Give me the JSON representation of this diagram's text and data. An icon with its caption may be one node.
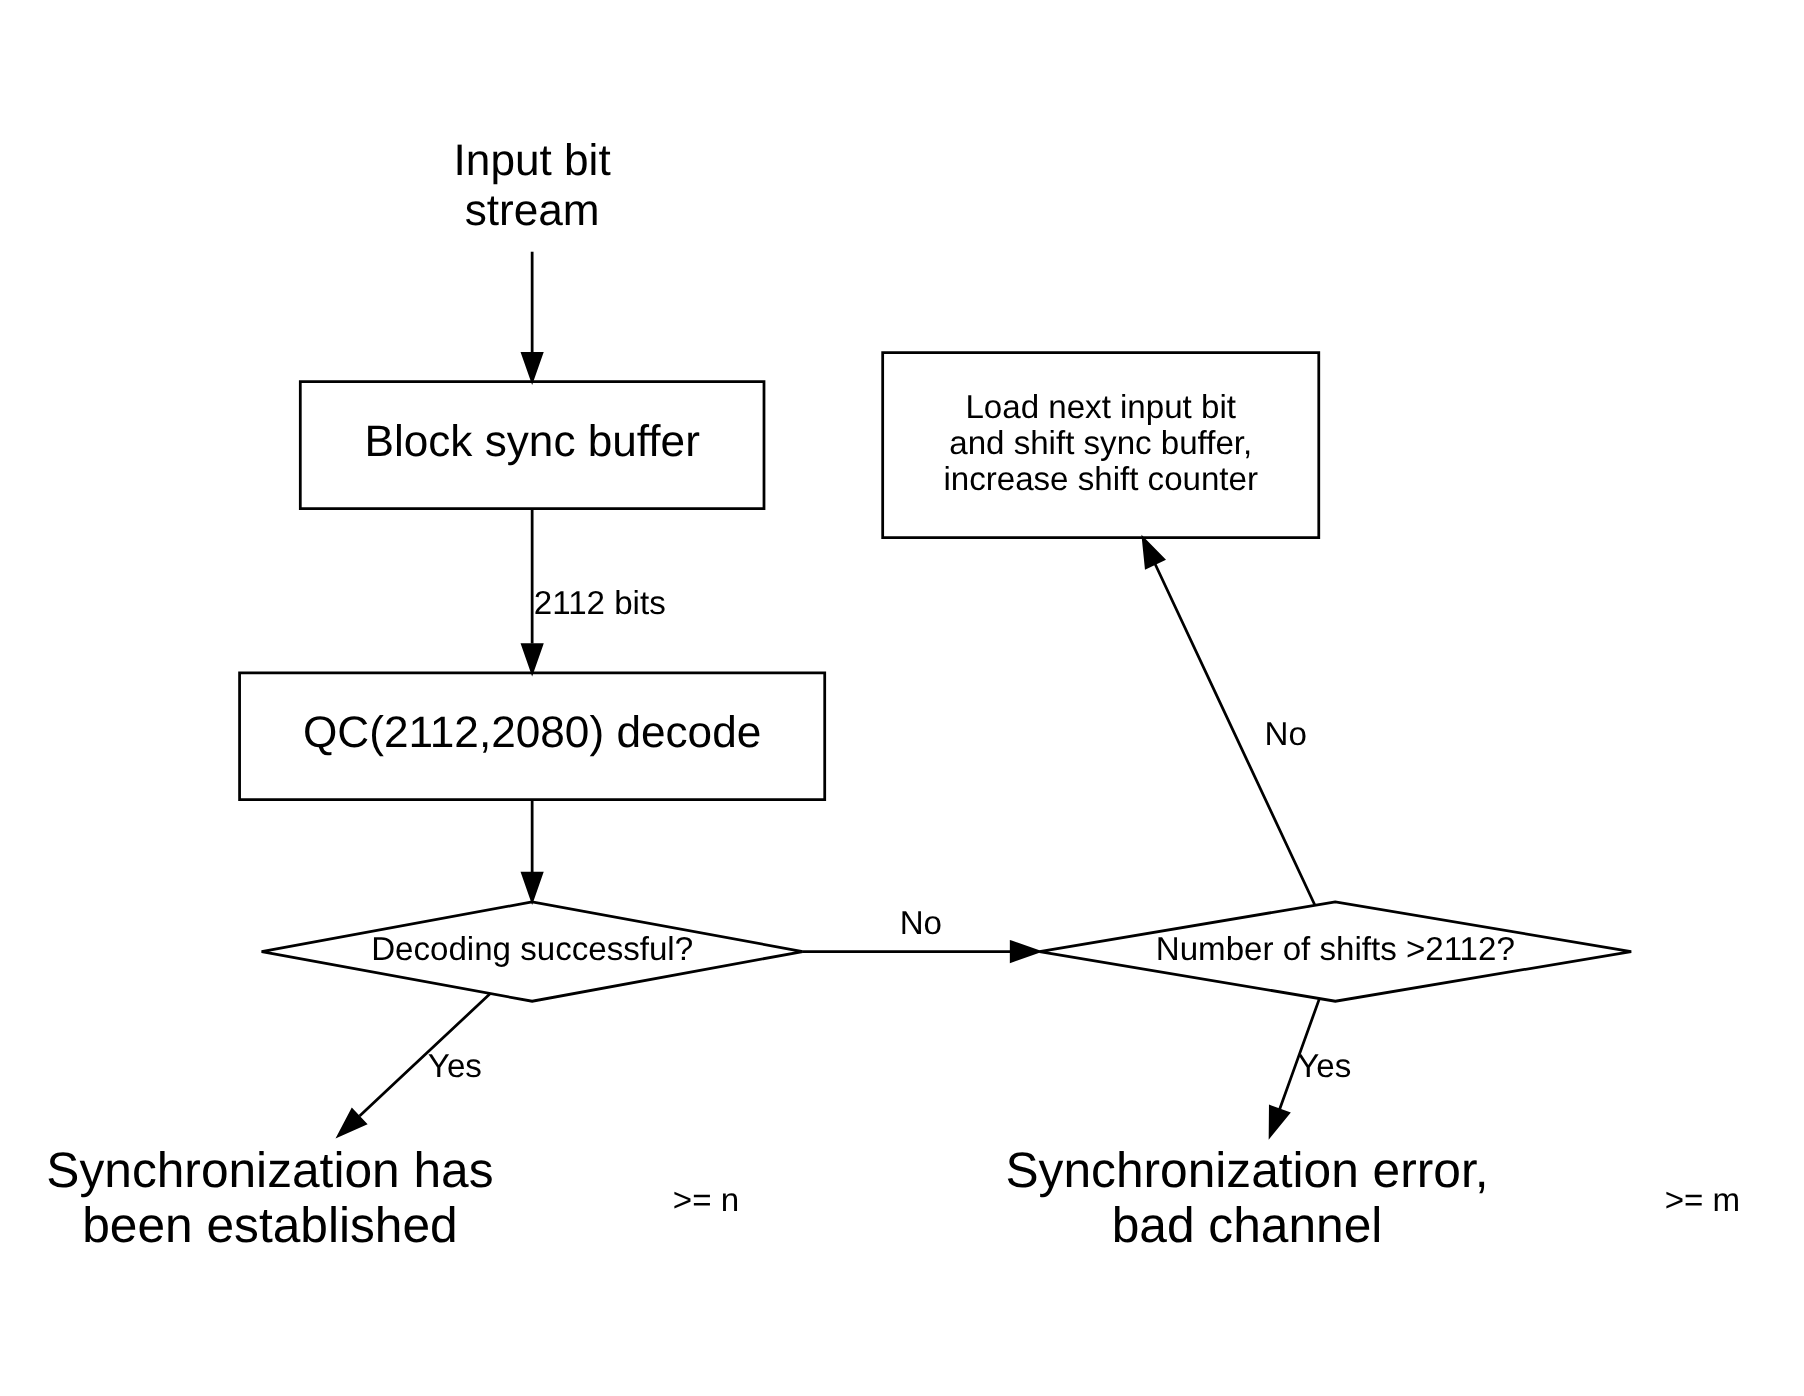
{
  "diagram": {
    "nodes": [
      {
        "text": [
          "Input bit stream"
        ]
      },
      {
        "text": [
          "Block sync buffer"
        ]
      },
      {
        "text": [
          "Load next input bit and shift sync buffer, increase shift counter"
        ]
      },
      {
        "text": [
          "QC(2112,2080) decode"
        ]
      },
      {
        "text": [
          "Decoding successful?"
        ]
      },
      {
        "text": [
          "Number of shifts >2112?"
        ]
      },
      {
        "text": [
          "Synchronization has been established"
        ]
      },
      {
        "text": [
          "Synchronization error, bad channel"
        ]
      }
    ],
    "edges": [
      {
        "from": 0,
        "to": 1,
        "arrow": "to"
      },
      {
        "from": 1,
        "to": 3,
        "arrow": "to",
        "label": "2112 bits"
      },
      {
        "from": 3,
        "to": 4,
        "arrow": "to"
      },
      {
        "from": 4,
        "to": 5,
        "arrow": "to",
        "label": "No"
      },
      {
        "from": 5,
        "to": 2,
        "arrow": "to",
        "label": "No"
      },
      {
        "from": 4,
        "to": 6,
        "arrow": "to",
        "label": "Yes"
      },
      {
        "from": 5,
        "to": 7,
        "arrow": "to",
        "label": "Yes"
      }
    ],
    "labels": [
      ">= n",
      ">= m"
    ]
  }
}
